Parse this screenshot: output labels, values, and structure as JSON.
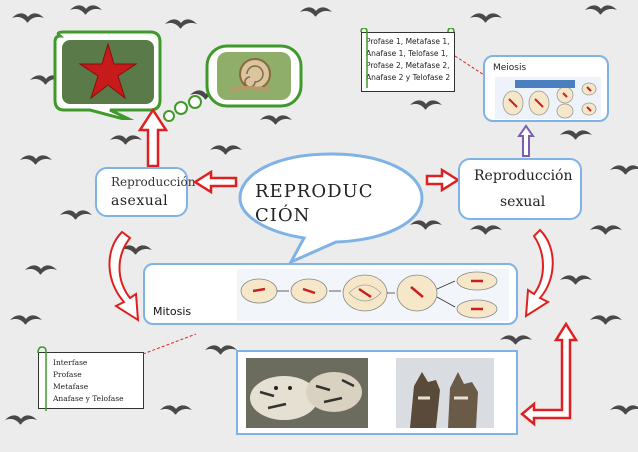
{
  "center": {
    "title_line1": "REPRODUC",
    "title_line2": "CIÓN"
  },
  "asexual": {
    "line1": "Reproducción",
    "line2": "asexual"
  },
  "sexual": {
    "line1": "Reproducción",
    "line2": "sexual"
  },
  "meiosis": {
    "label": "Meiosis",
    "phases": [
      "Profase 1, Metafase 1,",
      "Anafase 1, Telofase 1,",
      "Profase 2, Metafase 2,",
      "Anafase 2 y Telofase 2"
    ]
  },
  "mitosis": {
    "label": "Mitosis",
    "phases": [
      "Interfase",
      "Profase",
      "Metafase",
      "Anafase y Telofase"
    ]
  },
  "colors": {
    "box_border": "#7fb2e6",
    "arrow_red": "#e02020",
    "arrow_purple": "#7a5fb0",
    "leaf_green": "#3f9a2a"
  }
}
